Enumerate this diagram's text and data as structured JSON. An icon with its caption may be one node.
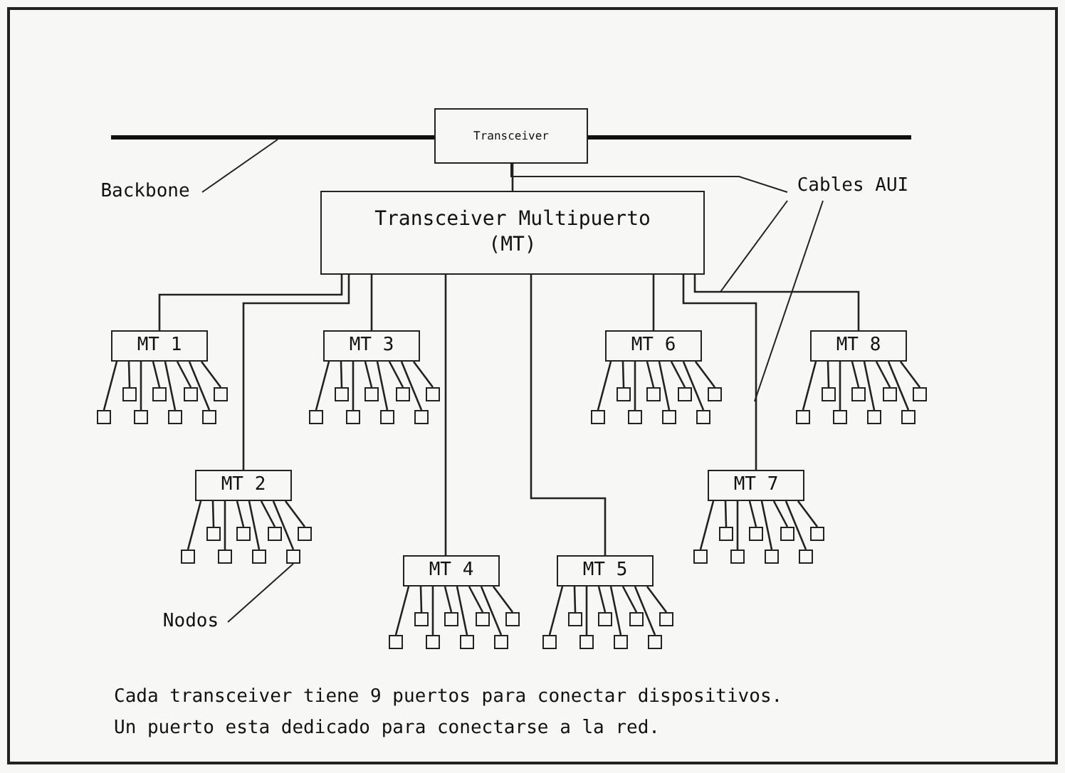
{
  "diagram": {
    "nodes": [
      {
        "text": [],
        "shape": "bar"
      },
      {
        "text": [
          "Transceiver"
        ]
      },
      {
        "text": [
          "Backbone"
        ]
      },
      {
        "text": [
          "Transceiver Multipuerto (MT)"
        ]
      },
      {
        "text": [
          "Cables AUI"
        ]
      },
      {
        "text": [
          "MT 1"
        ]
      },
      {
        "text": [
          "MT 2"
        ]
      },
      {
        "text": [
          "MT 3"
        ]
      },
      {
        "text": [
          "MT 4"
        ]
      },
      {
        "text": [
          "MT 5"
        ]
      },
      {
        "text": [
          "MT 6"
        ]
      },
      {
        "text": [
          "MT 7"
        ]
      },
      {
        "text": [
          "MT 8"
        ]
      },
      {
        "text": [],
        "shape": "box"
      },
      {
        "text": [],
        "shape": "box"
      },
      {
        "text": [],
        "shape": "box"
      },
      {
        "text": [],
        "shape": "box"
      },
      {
        "text": [],
        "shape": "box"
      },
      {
        "text": [],
        "shape": "box"
      },
      {
        "text": [],
        "shape": "box"
      },
      {
        "text": [],
        "shape": "box"
      },
      {
        "text": [],
        "shape": "box"
      },
      {
        "text": [],
        "shape": "box"
      },
      {
        "text": [],
        "shape": "box"
      },
      {
        "text": [],
        "shape": "box"
      },
      {
        "text": [],
        "shape": "box"
      },
      {
        "text": [],
        "shape": "box"
      },
      {
        "text": [],
        "shape": "box"
      },
      {
        "text": [],
        "shape": "box"
      },
      {
        "text": [],
        "shape": "box"
      },
      {
        "text": [],
        "shape": "box"
      },
      {
        "text": [],
        "shape": "box"
      },
      {
        "text": [],
        "shape": "box"
      },
      {
        "text": [],
        "shape": "box"
      },
      {
        "text": [],
        "shape": "box"
      },
      {
        "text": [],
        "shape": "box"
      },
      {
        "text": [],
        "shape": "box"
      },
      {
        "text": [],
        "shape": "box"
      },
      {
        "text": [],
        "shape": "box"
      },
      {
        "text": [],
        "shape": "box"
      },
      {
        "text": [],
        "shape": "box"
      },
      {
        "text": [],
        "shape": "box"
      },
      {
        "text": [],
        "shape": "box"
      },
      {
        "text": [],
        "shape": "box"
      },
      {
        "text": [],
        "shape": "box"
      },
      {
        "text": [],
        "shape": "box"
      },
      {
        "text": [],
        "shape": "box"
      },
      {
        "text": [],
        "shape": "box"
      },
      {
        "text": [],
        "shape": "box"
      },
      {
        "text": [],
        "shape": "box"
      },
      {
        "text": [],
        "shape": "box"
      },
      {
        "text": [],
        "shape": "box"
      },
      {
        "text": [],
        "shape": "box"
      },
      {
        "text": [],
        "shape": "box"
      },
      {
        "text": [],
        "shape": "box"
      },
      {
        "text": [],
        "shape": "box"
      },
      {
        "text": [],
        "shape": "box"
      },
      {
        "text": [],
        "shape": "box"
      },
      {
        "text": [],
        "shape": "box"
      },
      {
        "text": [],
        "shape": "box"
      },
      {
        "text": [],
        "shape": "box"
      },
      {
        "text": [],
        "shape": "box"
      },
      {
        "text": [],
        "shape": "box"
      },
      {
        "text": [],
        "shape": "box"
      },
      {
        "text": [],
        "shape": "box"
      },
      {
        "text": [],
        "shape": "box"
      },
      {
        "text": [],
        "shape": "box"
      },
      {
        "text": [],
        "shape": "box"
      },
      {
        "text": [],
        "shape": "box"
      },
      {
        "text": [],
        "shape": "box"
      },
      {
        "text": [],
        "shape": "box"
      },
      {
        "text": [],
        "shape": "box"
      },
      {
        "text": [],
        "shape": "box"
      },
      {
        "text": [],
        "shape": "box"
      },
      {
        "text": [],
        "shape": "box"
      },
      {
        "text": [],
        "shape": "box"
      },
      {
        "text": [],
        "shape": "box"
      },
      {
        "text": [
          "Nodos"
        ]
      }
    ],
    "edges": [
      {
        "from": 1,
        "to": 3,
        "arrow": "none"
      },
      {
        "from": 3,
        "to": 5,
        "arrow": "none"
      },
      {
        "from": 3,
        "to": 6,
        "arrow": "none"
      },
      {
        "from": 3,
        "to": 7,
        "arrow": "none"
      },
      {
        "from": 3,
        "to": 8,
        "arrow": "none"
      },
      {
        "from": 3,
        "to": 9,
        "arrow": "none"
      },
      {
        "from": 3,
        "to": 10,
        "arrow": "none"
      },
      {
        "from": 3,
        "to": 11,
        "arrow": "none"
      },
      {
        "from": 3,
        "to": 12,
        "arrow": "none"
      },
      {
        "from": 5,
        "to": 13,
        "arrow": "none"
      },
      {
        "from": 5,
        "to": 14,
        "arrow": "none"
      },
      {
        "from": 5,
        "to": 15,
        "arrow": "none"
      },
      {
        "from": 5,
        "to": 16,
        "arrow": "none"
      },
      {
        "from": 5,
        "to": 17,
        "arrow": "none"
      },
      {
        "from": 5,
        "to": 18,
        "arrow": "none"
      },
      {
        "from": 5,
        "to": 19,
        "arrow": "none"
      },
      {
        "from": 5,
        "to": 20,
        "arrow": "none"
      },
      {
        "from": 6,
        "to": 21,
        "arrow": "none"
      },
      {
        "from": 6,
        "to": 22,
        "arrow": "none"
      },
      {
        "from": 6,
        "to": 23,
        "arrow": "none"
      },
      {
        "from": 6,
        "to": 24,
        "arrow": "none"
      },
      {
        "from": 6,
        "to": 25,
        "arrow": "none"
      },
      {
        "from": 6,
        "to": 26,
        "arrow": "none"
      },
      {
        "from": 6,
        "to": 27,
        "arrow": "none"
      },
      {
        "from": 6,
        "to": 28,
        "arrow": "none"
      },
      {
        "from": 7,
        "to": 29,
        "arrow": "none"
      },
      {
        "from": 7,
        "to": 30,
        "arrow": "none"
      },
      {
        "from": 7,
        "to": 31,
        "arrow": "none"
      },
      {
        "from": 7,
        "to": 32,
        "arrow": "none"
      },
      {
        "from": 7,
        "to": 33,
        "arrow": "none"
      },
      {
        "from": 7,
        "to": 34,
        "arrow": "none"
      },
      {
        "from": 7,
        "to": 35,
        "arrow": "none"
      },
      {
        "from": 7,
        "to": 36,
        "arrow": "none"
      },
      {
        "from": 8,
        "to": 37,
        "arrow": "none"
      },
      {
        "from": 8,
        "to": 38,
        "arrow": "none"
      },
      {
        "from": 8,
        "to": 39,
        "arrow": "none"
      },
      {
        "from": 8,
        "to": 40,
        "arrow": "none"
      },
      {
        "from": 8,
        "to": 41,
        "arrow": "none"
      },
      {
        "from": 8,
        "to": 42,
        "arrow": "none"
      },
      {
        "from": 8,
        "to": 43,
        "arrow": "none"
      },
      {
        "from": 8,
        "to": 44,
        "arrow": "none"
      },
      {
        "from": 9,
        "to": 45,
        "arrow": "none"
      },
      {
        "from": 9,
        "to": 46,
        "arrow": "none"
      },
      {
        "from": 9,
        "to": 47,
        "arrow": "none"
      },
      {
        "from": 9,
        "to": 48,
        "arrow": "none"
      },
      {
        "from": 9,
        "to": 49,
        "arrow": "none"
      },
      {
        "from": 9,
        "to": 50,
        "arrow": "none"
      },
      {
        "from": 9,
        "to": 51,
        "arrow": "none"
      },
      {
        "from": 9,
        "to": 52,
        "arrow": "none"
      },
      {
        "from": 10,
        "to": 53,
        "arrow": "none"
      },
      {
        "from": 10,
        "to": 54,
        "arrow": "none"
      },
      {
        "from": 10,
        "to": 55,
        "arrow": "none"
      },
      {
        "from": 10,
        "to": 56,
        "arrow": "none"
      },
      {
        "from": 10,
        "to": 57,
        "arrow": "none"
      },
      {
        "from": 10,
        "to": 58,
        "arrow": "none"
      },
      {
        "from": 10,
        "to": 59,
        "arrow": "none"
      },
      {
        "from": 10,
        "to": 60,
        "arrow": "none"
      },
      {
        "from": 11,
        "to": 61,
        "arrow": "none"
      },
      {
        "from": 11,
        "to": 62,
        "arrow": "none"
      },
      {
        "from": 11,
        "to": 63,
        "arrow": "none"
      },
      {
        "from": 11,
        "to": 64,
        "arrow": "none"
      },
      {
        "from": 11,
        "to": 65,
        "arrow": "none"
      },
      {
        "from": 11,
        "to": 66,
        "arrow": "none"
      },
      {
        "from": 11,
        "to": 67,
        "arrow": "none"
      },
      {
        "from": 11,
        "to": 68,
        "arrow": "none"
      },
      {
        "from": 12,
        "to": 69,
        "arrow": "none"
      },
      {
        "from": 12,
        "to": 70,
        "arrow": "none"
      },
      {
        "from": 12,
        "to": 71,
        "arrow": "none"
      },
      {
        "from": 12,
        "to": 72,
        "arrow": "none"
      },
      {
        "from": 12,
        "to": 73,
        "arrow": "none"
      },
      {
        "from": 12,
        "to": 74,
        "arrow": "none"
      },
      {
        "from": 12,
        "to": 75,
        "arrow": "none"
      },
      {
        "from": 12,
        "to": 76,
        "arrow": "none"
      },
      {
        "from": 2,
        "to": 0,
        "arrow": "none"
      },
      {
        "from": 4,
        "to": 1,
        "arrow": "none"
      },
      {
        "from": 4,
        "to": null,
        "arrow": "none"
      },
      {
        "from": 4,
        "to": null,
        "arrow": "none"
      },
      {
        "from": 77,
        "to": 28,
        "arrow": "none"
      }
    ],
    "labels": [
      "Cada transceiver tiene 9 puertos para conectar dispositivos.",
      "Un puerto esta dedicado para conectarse a la red."
    ]
  }
}
